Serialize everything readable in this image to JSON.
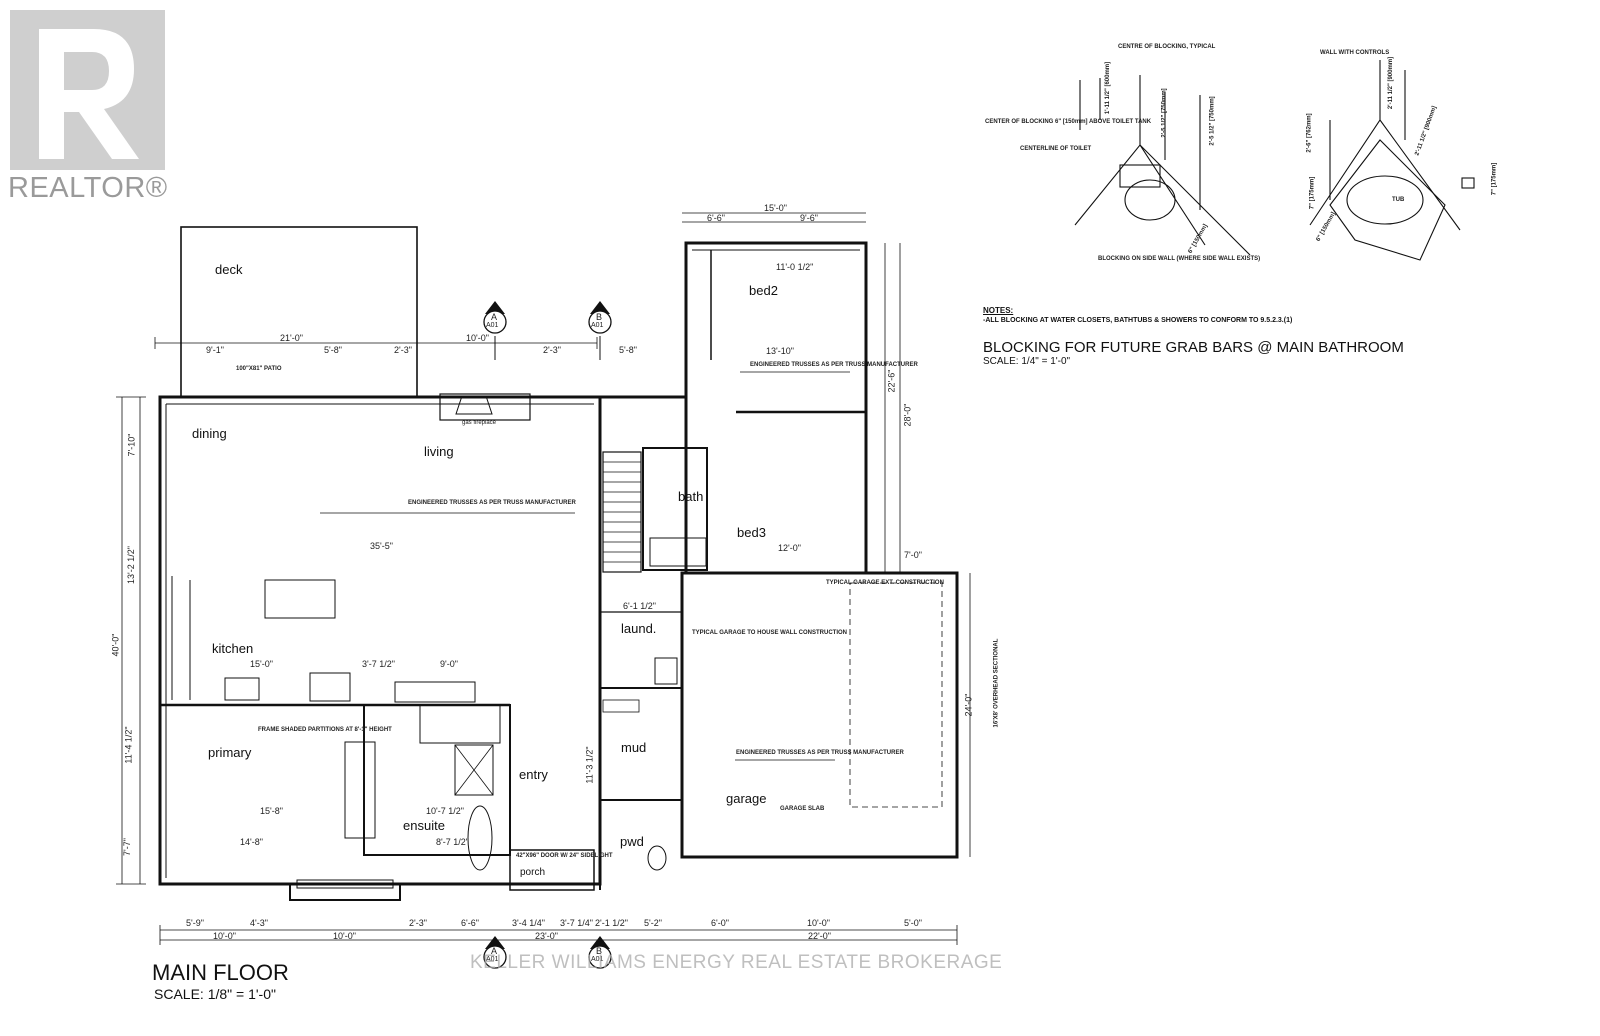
{
  "logo": {
    "wordmark": "REALTOR®"
  },
  "drawing": {
    "title": "MAIN FLOOR",
    "scale": "SCALE: 1/8\" = 1'-0\""
  },
  "watermark": "KELLER WILLIAMS ENERGY REAL ESTATE BROKERAGE",
  "rooms": {
    "deck": "deck",
    "dining": "dining",
    "living": "living",
    "kitchen": "kitchen",
    "primary": "primary",
    "ensuite": "ensuite",
    "entry": "entry",
    "porch": "porch",
    "bed2": "bed2",
    "bed3": "bed3",
    "bath": "bath",
    "laund": "laund.",
    "mud": "mud",
    "pwd": "pwd",
    "garage": "garage"
  },
  "section_markers": {
    "a_letter": "A",
    "b_letter": "B",
    "sheet": "A01"
  },
  "dimensions": {
    "deck_width": "21'-0\"",
    "top_9_1": "9'-1\"",
    "top_5_8": "5'-8\"",
    "top_2_3a": "2'-3\"",
    "top_10_0": "10'-0\"",
    "top_2_3b": "2'-3\"",
    "top_5_8b": "5'-8\"",
    "overall_15": "15'-0\"",
    "top_6_6": "6'-6\"",
    "top_9_6": "9'-6\"",
    "bed2_w": "11'-0 1/2\"",
    "bed2_h": "13'-10\"",
    "bed3_w": "12'-0\"",
    "living_span": "35'-5\"",
    "kitchen_w": "15'-0\"",
    "k_3_7": "3'-7 1/2\"",
    "k_9_0": "9'-0\"",
    "primary_w": "15'-8\"",
    "primary_w2": "14'-8\"",
    "ensuite_w": "10'-7 1/2\"",
    "ensuite_w2": "8'-7 1/2\"",
    "left_7_10": "7'-10\"",
    "left_13_2": "13'-2 1/2\"",
    "left_40": "40'-0\"",
    "left_11_4": "11'-4 1/2\"",
    "left_7_7": "7'-7\"",
    "right_22_6": "22'-6\"",
    "right_28": "28'-0\"",
    "right_24": "24'-0\"",
    "bot_10a": "10'-0\"",
    "bot_10b": "10'-0\"",
    "bot_23": "23'-0\"",
    "bot_22": "22'-0\"",
    "bot_6_0": "6'-0\"",
    "bot_10c": "10'-0\"",
    "bot_5_0": "5'-0\"",
    "bot_5_9": "5'-9\"",
    "bot_4_3": "4'-3\"",
    "bot_2_3": "2'-3\"",
    "bot_6_6": "6'-6\"",
    "bot_3_4": "3'-4 1/4\"",
    "bot_3_7": "3'-7 1/4\"",
    "bot_2_1": "2'-1 1/2\"",
    "bot_5_2": "5'-2\"",
    "laund_w": "6'-1 1/2\"",
    "entry_h": "11'-3 1/2\"",
    "garage_7": "7'-0\""
  },
  "notes": {
    "trusses": "ENGINEERED TRUSSES AS PER TRUSS MANUFACTURER",
    "garage_ext": "TYPICAL GARAGE EXT. CONSTRUCTION",
    "garage_house": "TYPICAL GARAGE TO HOUSE WALL CONSTRUCTION",
    "garage_slab": "GARAGE SLAB",
    "frame_partitions": "FRAME SHADED PARTITIONS AT 8'-1\" HEIGHT",
    "patio": "100\"X81\" PATIO",
    "door": "42\"X96\" DOOR W/ 24\" SIDELIGHT",
    "garage_door": "16'X8' OVERHEAD SECTIONAL",
    "fireplace": "gas fireplace"
  },
  "blocking": {
    "notes_heading": "NOTES:",
    "notes_line": "-ALL BLOCKING AT WATER CLOSETS, BATHTUBS & SHOWERS TO CONFORM TO 9.5.2.3.(1)",
    "title": "BLOCKING FOR FUTURE GRAB BARS @ MAIN BATHROOM",
    "scale": "SCALE: 1/4\" = 1'-0\"",
    "centre_label": "CENTRE OF BLOCKING, TYPICAL",
    "center_above": "CENTER OF BLOCKING 6\" [150mm] ABOVE TOILET TANK",
    "centerline": "CENTERLINE OF TOILET",
    "side_wall": "BLOCKING ON SIDE WALL (WHERE SIDE WALL EXISTS)",
    "wall_controls": "WALL WITH CONTROLS",
    "tub": "TUB",
    "dim_a": "1'-11 1/2\" [600mm]",
    "dim_b": "2'-5 1/2\" [750mm]",
    "dim_c": "2'-5 1/2\" [750mm]",
    "dim_d": "6\" [150mm]",
    "dim_e": "2'-11 1/2\" [900mm]",
    "dim_f": "2'-6\" [762mm]",
    "dim_g": "7\" [175mm]",
    "dim_h": "2'-11 1/2\" [900mm]",
    "dim_i": "6\" [150mm]",
    "dim_j": "7\" [175mm]"
  }
}
